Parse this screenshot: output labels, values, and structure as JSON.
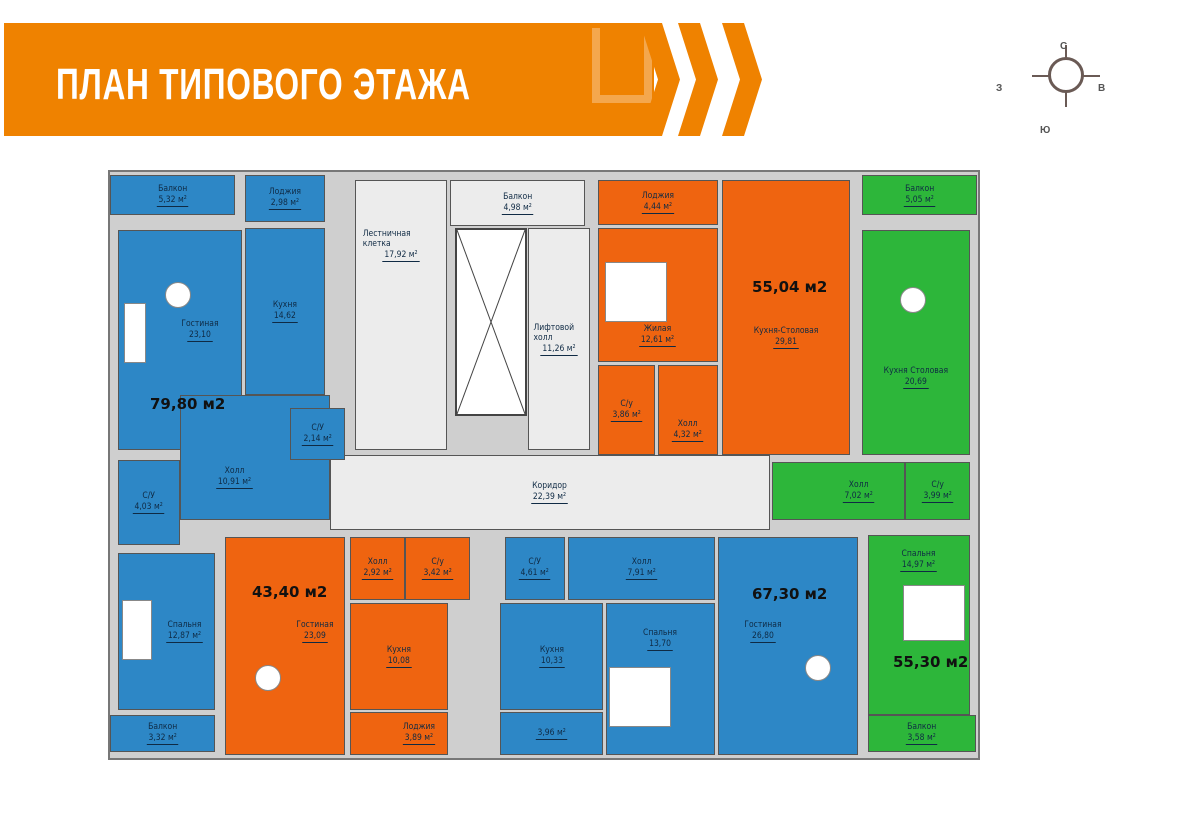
{
  "header": {
    "title": "ПЛАН ТИПОВОГО ЭТАЖА"
  },
  "compass": {
    "north": "С",
    "west": "З",
    "east": "В",
    "south": "Ю"
  },
  "colors": {
    "banner": "#ef8200",
    "blue": "#2d87c6",
    "orange": "#ef6410",
    "green": "#2db63a"
  },
  "common": {
    "stairs": {
      "name": "Лестничная клетка",
      "area": "17,92 м²"
    },
    "balcony": {
      "name": "Балкон",
      "area": "4,98 м²"
    },
    "lift_hall": {
      "name": "Лифтовой холл",
      "area": "11,26 м²"
    },
    "corridor": {
      "name": "Коридор",
      "area": "22,39 м²"
    }
  },
  "apt1": {
    "total": "79,80 м2",
    "rooms": [
      {
        "name": "Балкон",
        "area": "5,32 м²"
      },
      {
        "name": "Лоджия",
        "area": "2,98 м²"
      },
      {
        "name": "Гостиная",
        "area": "23,10"
      },
      {
        "name": "Кухня",
        "area": "14,62"
      },
      {
        "name": "С/У",
        "area": "2,14 м²"
      },
      {
        "name": "Холл",
        "area": "10,91 м²"
      },
      {
        "name": "С/У",
        "area": "4,03 м²"
      },
      {
        "name": "Спальня",
        "area": "12,87 м²"
      },
      {
        "name": "Балкон",
        "area": "3,32 м²"
      }
    ]
  },
  "apt2": {
    "total": "55,04 м2",
    "rooms": [
      {
        "name": "Лоджия",
        "area": "4,44 м²"
      },
      {
        "name": "Жилая",
        "area": "12,61 м²"
      },
      {
        "name": "Кухня-Столовая",
        "area": "29,81"
      },
      {
        "name": "С/у",
        "area": "3,86 м²"
      },
      {
        "name": "Холл",
        "area": "4,32 м²"
      }
    ]
  },
  "apt3": {
    "total": "55,30 м2",
    "rooms": [
      {
        "name": "Балкон",
        "area": "5,05 м²"
      },
      {
        "name": "Кухня Столовая",
        "area": "20,69"
      },
      {
        "name": "Холл",
        "area": "7,02 м²"
      },
      {
        "name": "С/у",
        "area": "3,99 м²"
      },
      {
        "name": "Спальня",
        "area": "14,97 м²"
      },
      {
        "name": "Балкон",
        "area": "3,58 м²"
      }
    ]
  },
  "apt4": {
    "total": "43,40 м2",
    "rooms": [
      {
        "name": "Гостиная",
        "area": "23,09"
      },
      {
        "name": "Холл",
        "area": "2,92 м²"
      },
      {
        "name": "С/у",
        "area": "3,42 м²"
      },
      {
        "name": "Кухня",
        "area": "10,08"
      },
      {
        "name": "Лоджия",
        "area": "3,89 м²"
      }
    ]
  },
  "apt5": {
    "total": "67,30 м2",
    "rooms": [
      {
        "name": "С/У",
        "area": "4,61 м²"
      },
      {
        "name": "Холл",
        "area": "7,91 м²"
      },
      {
        "name": "Кухня",
        "area": "10,33"
      },
      {
        "name": "",
        "area": "3,96 м²"
      },
      {
        "name": "Спальня",
        "area": "13,70"
      },
      {
        "name": "Гостиная",
        "area": "26,80"
      }
    ]
  }
}
